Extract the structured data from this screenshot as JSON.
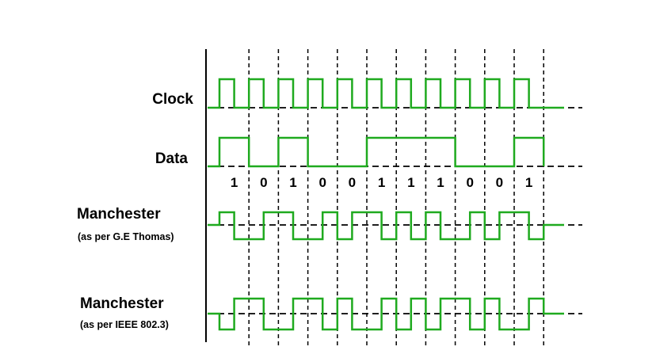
{
  "labels": {
    "clock": "Clock",
    "data": "Data",
    "manchester_thomas": "Manchester",
    "manchester_thomas_note": "(as per G.E Thomas)",
    "manchester_ieee": "Manchester",
    "manchester_ieee_note": "(as per IEEE 802.3)"
  },
  "bits": [
    "1",
    "0",
    "1",
    "0",
    "0",
    "1",
    "1",
    "1",
    "0",
    "0",
    "1"
  ],
  "colors": {
    "signal": "#1faa1f",
    "guides": "#000000",
    "text": "#000000"
  }
}
